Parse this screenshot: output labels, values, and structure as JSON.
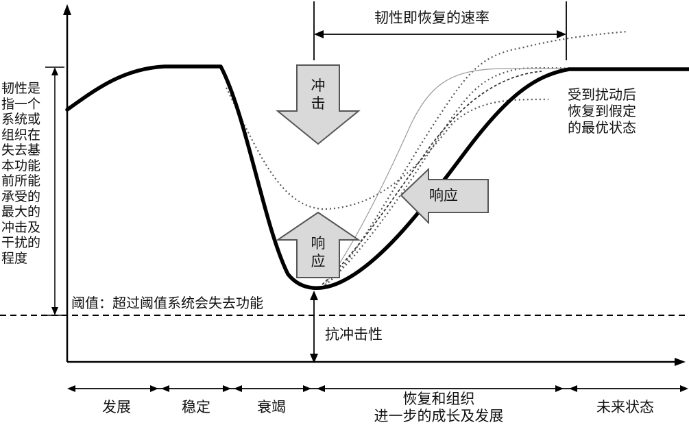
{
  "labels": {
    "recovery_rate": "韧性即恢复的速率",
    "impact": "冲\n击",
    "response_up": "响\n应",
    "response_left": "响应",
    "optimal_state": "受到扰动后\n恢复到假定\n的最优状态",
    "resilience_definition": "韧性是\n指一个\n系统或\n组织在\n失去基\n本功能\n前所能\n承受的\n最大的\n冲击及\n干扰的\n程度",
    "threshold": "阈值：超过阈值系统会失去功能",
    "impact_resistance": "抗冲击性"
  },
  "phases": [
    {
      "label": "发展"
    },
    {
      "label": "稳定"
    },
    {
      "label": "衰竭"
    },
    {
      "label": "恢复和组织\n进一步的成长及发展"
    },
    {
      "label": "未来状态"
    }
  ],
  "colors": {
    "curve": "#000000",
    "arrow_fill": "#d9d9d9",
    "arrow_stroke": "#555555",
    "dotted": "#444444"
  }
}
